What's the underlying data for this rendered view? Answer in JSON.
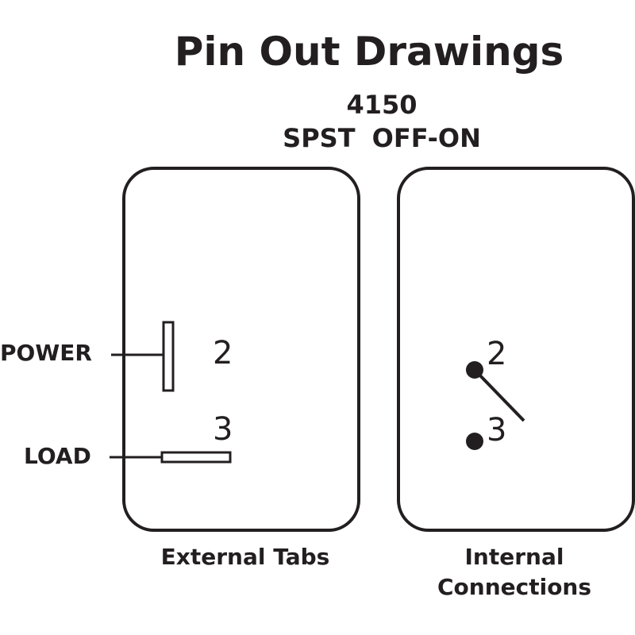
{
  "title": "Pin Out Drawings",
  "part_number": "4150",
  "configuration": "SPST OFF-ON",
  "external": {
    "caption": "External Tabs",
    "wires": {
      "power": "POWER",
      "load": "LOAD"
    },
    "pins": {
      "top": "2",
      "bottom": "3"
    }
  },
  "internal": {
    "caption_line1": "Internal",
    "caption_line2": "Connections",
    "pins": {
      "top": "2",
      "bottom": "3"
    }
  },
  "colors": {
    "ink": "#231f20",
    "background": "#ffffff"
  }
}
